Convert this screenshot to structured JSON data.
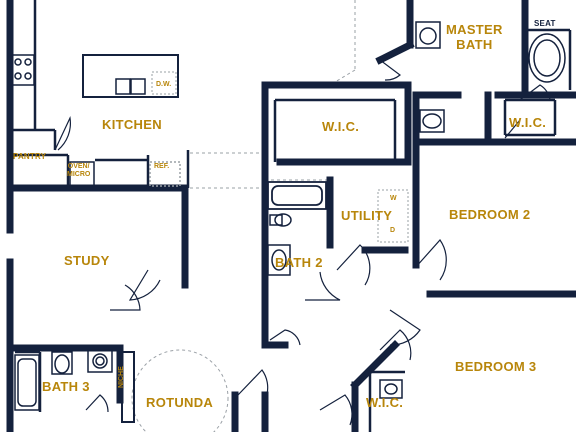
{
  "colors": {
    "wall": "#14213d",
    "label": "#b8860b",
    "fixture": "#14213d",
    "background": "#ffffff"
  },
  "rooms": {
    "master_bath_line1": "MASTER",
    "master_bath_line2": "BATH",
    "seat": "SEAT",
    "kitchen": "KITCHEN",
    "dw": "D.W.",
    "wic_main": "W.I.C.",
    "wic_master": "W.I.C.",
    "pantry": "PANTRY",
    "oven_line1": "OVEN/",
    "oven_line2": "MICRO",
    "ref": "REF.",
    "utility": "UTILITY",
    "washer": "W",
    "dryer": "D",
    "bedroom2": "BEDROOM 2",
    "study": "STUDY",
    "bath2": "BATH 2",
    "bath3": "BATH 3",
    "niche": "NICHE",
    "rotunda": "ROTUNDA",
    "bedroom3": "BEDROOM 3",
    "wic_bottom": "W.I.C."
  }
}
